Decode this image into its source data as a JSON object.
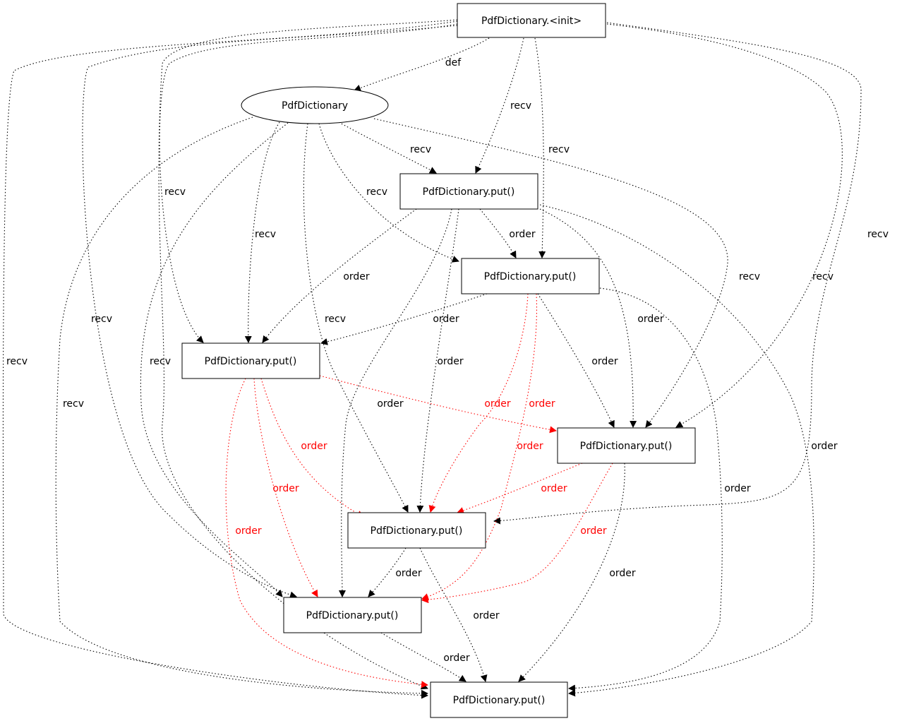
{
  "colors": {
    "black": "#000000",
    "red": "#ff0000",
    "node_fill": "#ffffff"
  },
  "nodes": {
    "init": {
      "label": "PdfDictionary.<init>",
      "shape": "box"
    },
    "dict": {
      "label": "PdfDictionary",
      "shape": "ellipse"
    },
    "put1": {
      "label": "PdfDictionary.put()",
      "shape": "box"
    },
    "put2": {
      "label": "PdfDictionary.put()",
      "shape": "box"
    },
    "put3": {
      "label": "PdfDictionary.put()",
      "shape": "box"
    },
    "put4": {
      "label": "PdfDictionary.put()",
      "shape": "box"
    },
    "put5": {
      "label": "PdfDictionary.put()",
      "shape": "box"
    },
    "put6": {
      "label": "PdfDictionary.put()",
      "shape": "box"
    },
    "put7": {
      "label": "PdfDictionary.put()",
      "shape": "box"
    }
  },
  "edges": [
    {
      "id": "e1",
      "from": "init",
      "to": "dict",
      "label": "def",
      "color": "black"
    },
    {
      "id": "e2",
      "from": "init",
      "to": "put1",
      "label": "recv",
      "color": "black"
    },
    {
      "id": "e3",
      "from": "init",
      "to": "put2",
      "label": "recv",
      "color": "black"
    },
    {
      "id": "e4",
      "from": "init",
      "to": "put3",
      "label": "recv",
      "color": "black"
    },
    {
      "id": "e5",
      "from": "init",
      "to": "put4",
      "label": "recv",
      "color": "black"
    },
    {
      "id": "e6",
      "from": "init",
      "to": "put5",
      "label": "recv",
      "color": "black"
    },
    {
      "id": "e7",
      "from": "init",
      "to": "put6",
      "label": "recv",
      "color": "black"
    },
    {
      "id": "e8",
      "from": "init",
      "to": "put7",
      "label": "recv",
      "color": "black"
    },
    {
      "id": "e9",
      "from": "init",
      "to": "put7",
      "label": "recv",
      "color": "black"
    },
    {
      "id": "e10",
      "from": "dict",
      "to": "put1",
      "label": "recv",
      "color": "black"
    },
    {
      "id": "e11",
      "from": "dict",
      "to": "put2",
      "label": "recv",
      "color": "black"
    },
    {
      "id": "e12",
      "from": "dict",
      "to": "put3",
      "label": "recv",
      "color": "black"
    },
    {
      "id": "e13",
      "from": "dict",
      "to": "put4",
      "label": "recv",
      "color": "black"
    },
    {
      "id": "e14",
      "from": "dict",
      "to": "put5",
      "label": "recv",
      "color": "black"
    },
    {
      "id": "e15",
      "from": "dict",
      "to": "put6",
      "label": "recv",
      "color": "black"
    },
    {
      "id": "e16",
      "from": "dict",
      "to": "put7",
      "label": "recv",
      "color": "black"
    },
    {
      "id": "e17",
      "from": "put1",
      "to": "put2",
      "label": "order",
      "color": "black"
    },
    {
      "id": "e18",
      "from": "put1",
      "to": "put3",
      "label": "order",
      "color": "black"
    },
    {
      "id": "e19",
      "from": "put1",
      "to": "put4",
      "label": "order",
      "color": "black"
    },
    {
      "id": "e20",
      "from": "put1",
      "to": "put5",
      "label": "order",
      "color": "black"
    },
    {
      "id": "e21",
      "from": "put1",
      "to": "put6",
      "label": "order",
      "color": "black"
    },
    {
      "id": "e22",
      "from": "put1",
      "to": "put7",
      "label": "order",
      "color": "black"
    },
    {
      "id": "e23",
      "from": "put2",
      "to": "put3",
      "label": "order",
      "color": "black"
    },
    {
      "id": "e24",
      "from": "put2",
      "to": "put4",
      "label": "order",
      "color": "black"
    },
    {
      "id": "e25",
      "from": "put2",
      "to": "put5",
      "label": "order",
      "color": "red"
    },
    {
      "id": "e26",
      "from": "put2",
      "to": "put6",
      "label": "order",
      "color": "red"
    },
    {
      "id": "e27",
      "from": "put2",
      "to": "put7",
      "label": "order",
      "color": "black"
    },
    {
      "id": "e28",
      "from": "put3",
      "to": "put4",
      "label": "order",
      "color": "red"
    },
    {
      "id": "e29",
      "from": "put3",
      "to": "put5",
      "label": "order",
      "color": "red"
    },
    {
      "id": "e30",
      "from": "put3",
      "to": "put6",
      "label": "order",
      "color": "red"
    },
    {
      "id": "e31",
      "from": "put3",
      "to": "put7",
      "label": "order",
      "color": "red"
    },
    {
      "id": "e32",
      "from": "put4",
      "to": "put5",
      "label": "order",
      "color": "red"
    },
    {
      "id": "e33",
      "from": "put4",
      "to": "put6",
      "label": "order",
      "color": "red"
    },
    {
      "id": "e34",
      "from": "put4",
      "to": "put7",
      "label": "order",
      "color": "black"
    },
    {
      "id": "e35",
      "from": "put5",
      "to": "put6",
      "label": "order",
      "color": "black"
    },
    {
      "id": "e36",
      "from": "put5",
      "to": "put7",
      "label": "order",
      "color": "black"
    },
    {
      "id": "e37",
      "from": "put6",
      "to": "put7",
      "label": "order",
      "color": "black"
    }
  ]
}
